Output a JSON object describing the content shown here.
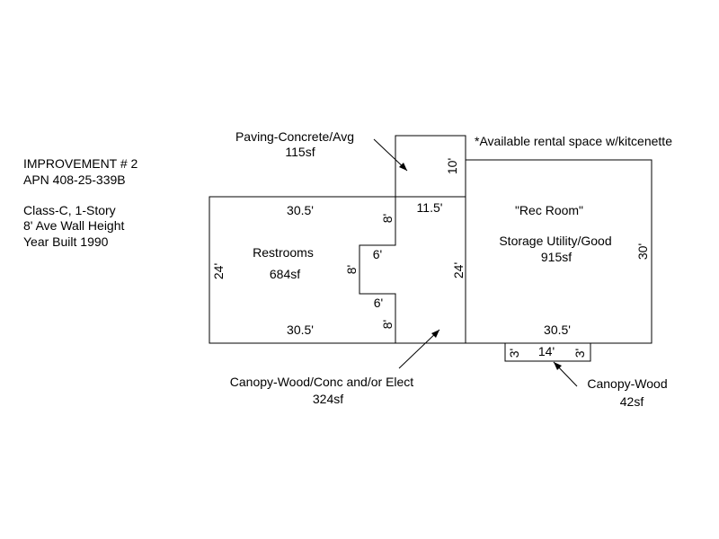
{
  "info": {
    "improvement": "IMPROVEMENT # 2",
    "apn": "APN 408-25-339B",
    "class": "Class-C, 1-Story",
    "wall_height": "8' Ave Wall Height",
    "year_built": "Year Built 1990"
  },
  "callouts": {
    "paving_name": "Paving-Concrete/Avg",
    "paving_area": "115sf",
    "rental_note": "*Available rental space w/kitcenette",
    "canopy_conc_name": "Canopy-Wood/Conc and/or Elect",
    "canopy_conc_area": "324sf",
    "canopy_wood_name": "Canopy-Wood",
    "canopy_wood_area": "42sf"
  },
  "rooms": {
    "restrooms_name": "Restrooms",
    "restrooms_area": "684sf",
    "rec_room_name": "\"Rec Room\"",
    "storage_name": "Storage Utility/Good",
    "storage_area": "915sf"
  },
  "dimensions": {
    "restrooms_top": "30.5'",
    "restrooms_bottom": "30.5'",
    "restrooms_left": "24'",
    "notch_top_vertical": "8'",
    "notch_top_horizontal": "6'",
    "notch_vertical": "8'",
    "notch_bottom_horizontal": "6'",
    "notch_bottom_vertical": "8'",
    "paving_height": "10'",
    "paving_width": "11.5'",
    "canopy_height": "24'",
    "storage_right": "30'",
    "storage_bottom": "30.5'",
    "small_canopy_left": "3'",
    "small_canopy_width": "14'",
    "small_canopy_right": "3'"
  }
}
